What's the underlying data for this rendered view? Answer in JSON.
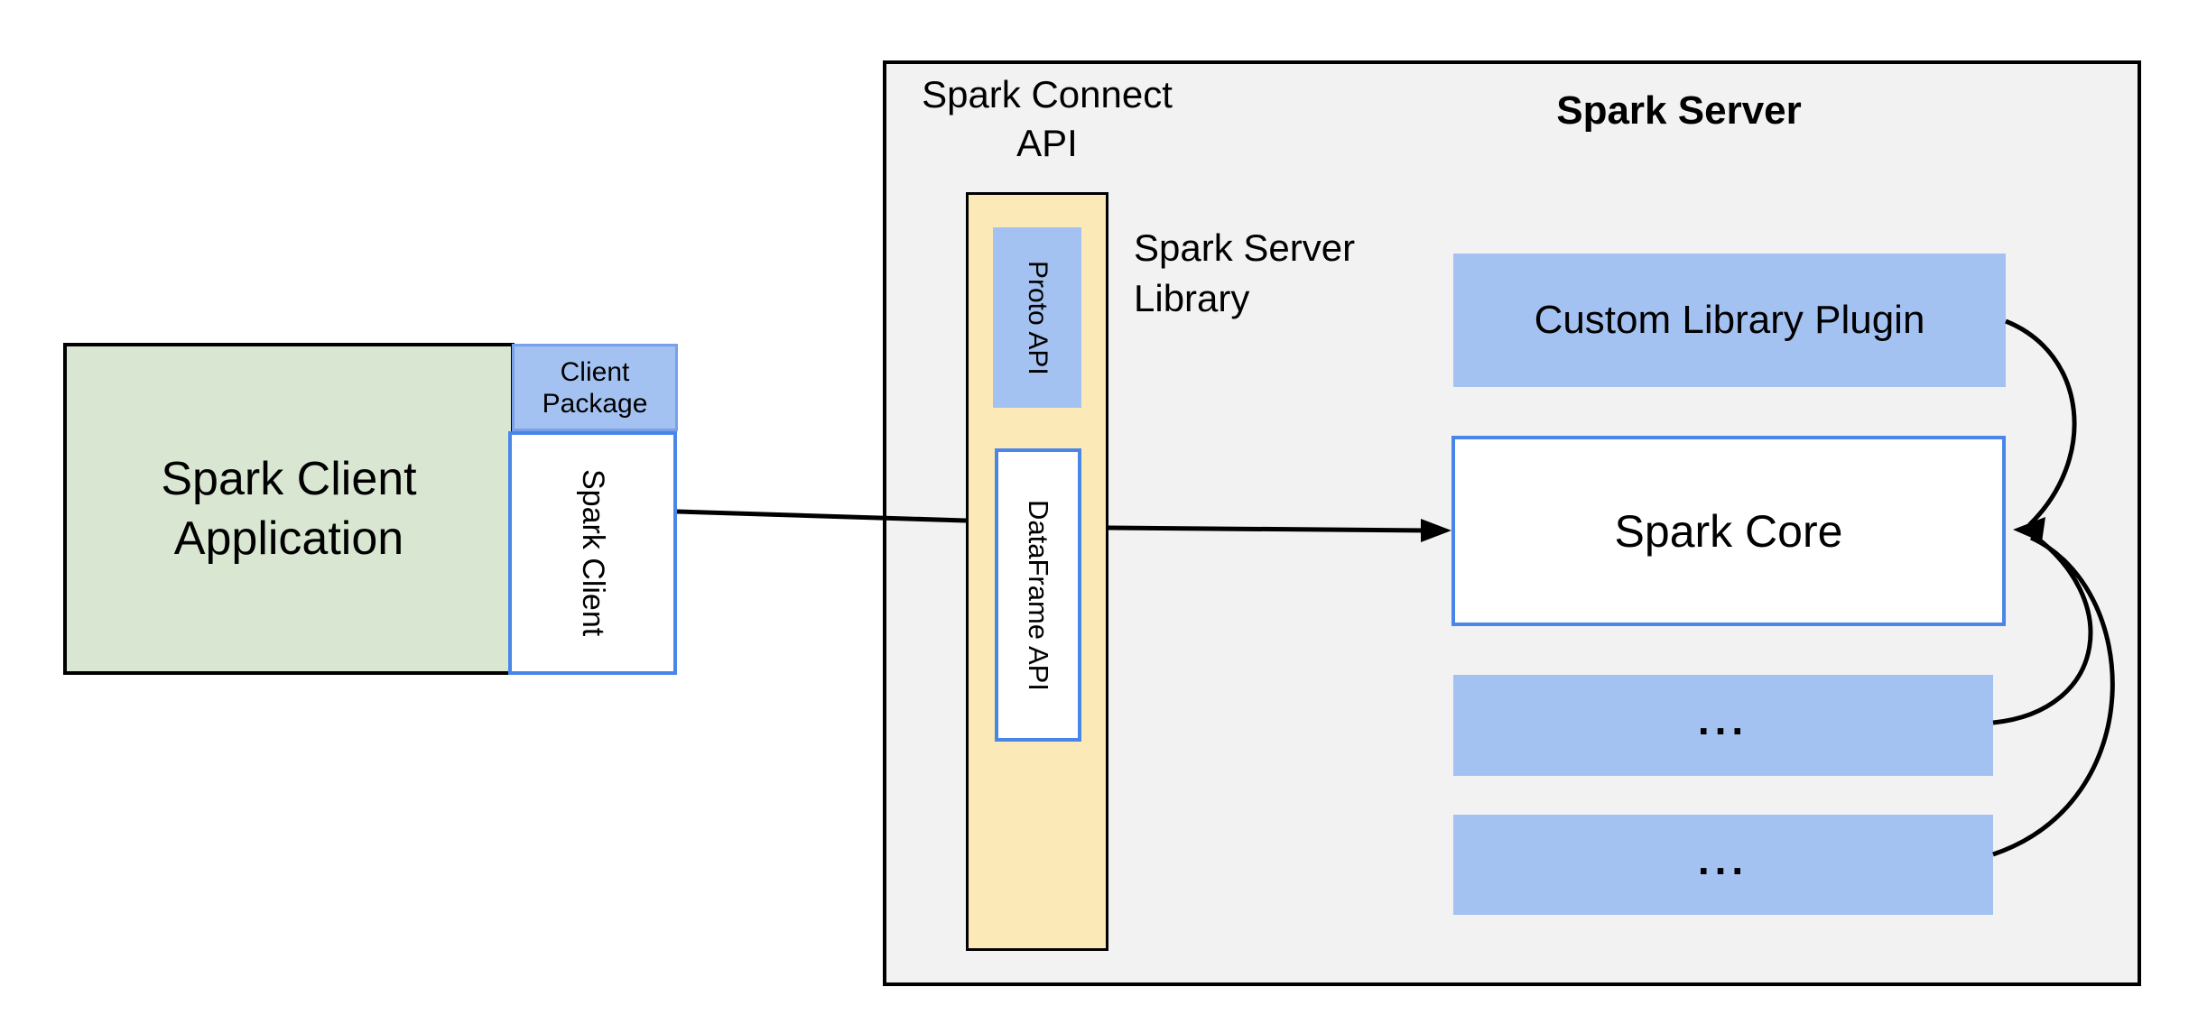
{
  "colors": {
    "green_fill": "#D9E7D2",
    "blue_fill": "#A4C2F1",
    "blue_border": "#4A86E8",
    "blue_border_light": "#79A1E9",
    "yellow_fill": "#FCE9B8",
    "container_fill": "#F2F2F2",
    "line_black": "#000000"
  },
  "client_side": {
    "app_title_line1": "Spark Client",
    "app_title_line2": "Application",
    "package": {
      "line1": "Client",
      "line2": "Package"
    },
    "spark_client_label": "Spark Client"
  },
  "server_side": {
    "connect_api_label": {
      "line1": "Spark Connect",
      "line2": "API"
    },
    "server_title": "Spark Server",
    "server_library_label": {
      "line1": "Spark Server",
      "line2": "Library"
    },
    "proto_api_label": "Proto API",
    "dataframe_api_label": "DataFrame API",
    "custom_plugin_label": "Custom Library Plugin",
    "spark_core_label": "Spark Core",
    "plugin_placeholder_1": "...",
    "plugin_placeholder_2": "..."
  }
}
